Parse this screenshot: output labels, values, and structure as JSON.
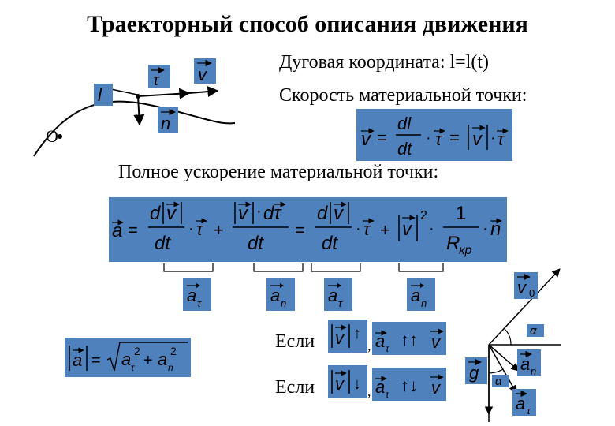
{
  "slide": {
    "title": "Траекторный способ описания движения",
    "arc_coordinate_text": "Дуговая координата:  l=l(t)",
    "velocity_text": "Скорость материальной точки:",
    "acceleration_text": "Полное ускорение материальной точки:",
    "if_1": "Если",
    "if_2": "Если"
  },
  "diagram": {
    "origin_label": "O",
    "l_symbol": "l",
    "tau_symbol": "τ",
    "v_symbol": "v",
    "n_symbol": "n"
  },
  "formulas": {
    "velocity": {
      "v": "v",
      "dl": "dl",
      "dt": "dt",
      "tau": "τ"
    },
    "full_acceleration": {
      "a": "a",
      "d": "d",
      "v": "v",
      "dt": "dt",
      "tau": "τ",
      "dtau": "dτ",
      "power": "2",
      "one": "1",
      "R": "R",
      "R_sub": "кр",
      "n": "n"
    },
    "components": [
      "τ",
      "n",
      "τ",
      "n"
    ],
    "magnitude": {
      "a": "a",
      "sub_tau": "τ",
      "sub_n": "n",
      "power": "2"
    },
    "cond_1": {
      "v": "v",
      "a": "a",
      "sub": "τ",
      "vec": "v",
      "arrow": "↑",
      "relation": "↑↑"
    },
    "cond_2": {
      "v": "v",
      "a": "a",
      "sub": "τ",
      "vec": "v",
      "arrow": "↓",
      "relation": "↑↓"
    }
  },
  "projectile": {
    "v0": "v",
    "v0_sub": "0",
    "g": "g",
    "alpha": "α",
    "an": "a",
    "an_sub": "n",
    "atau": "a",
    "atau_sub": "τ"
  },
  "colors": {
    "formula_box": "#4f81bd",
    "background": "#ffffff"
  }
}
